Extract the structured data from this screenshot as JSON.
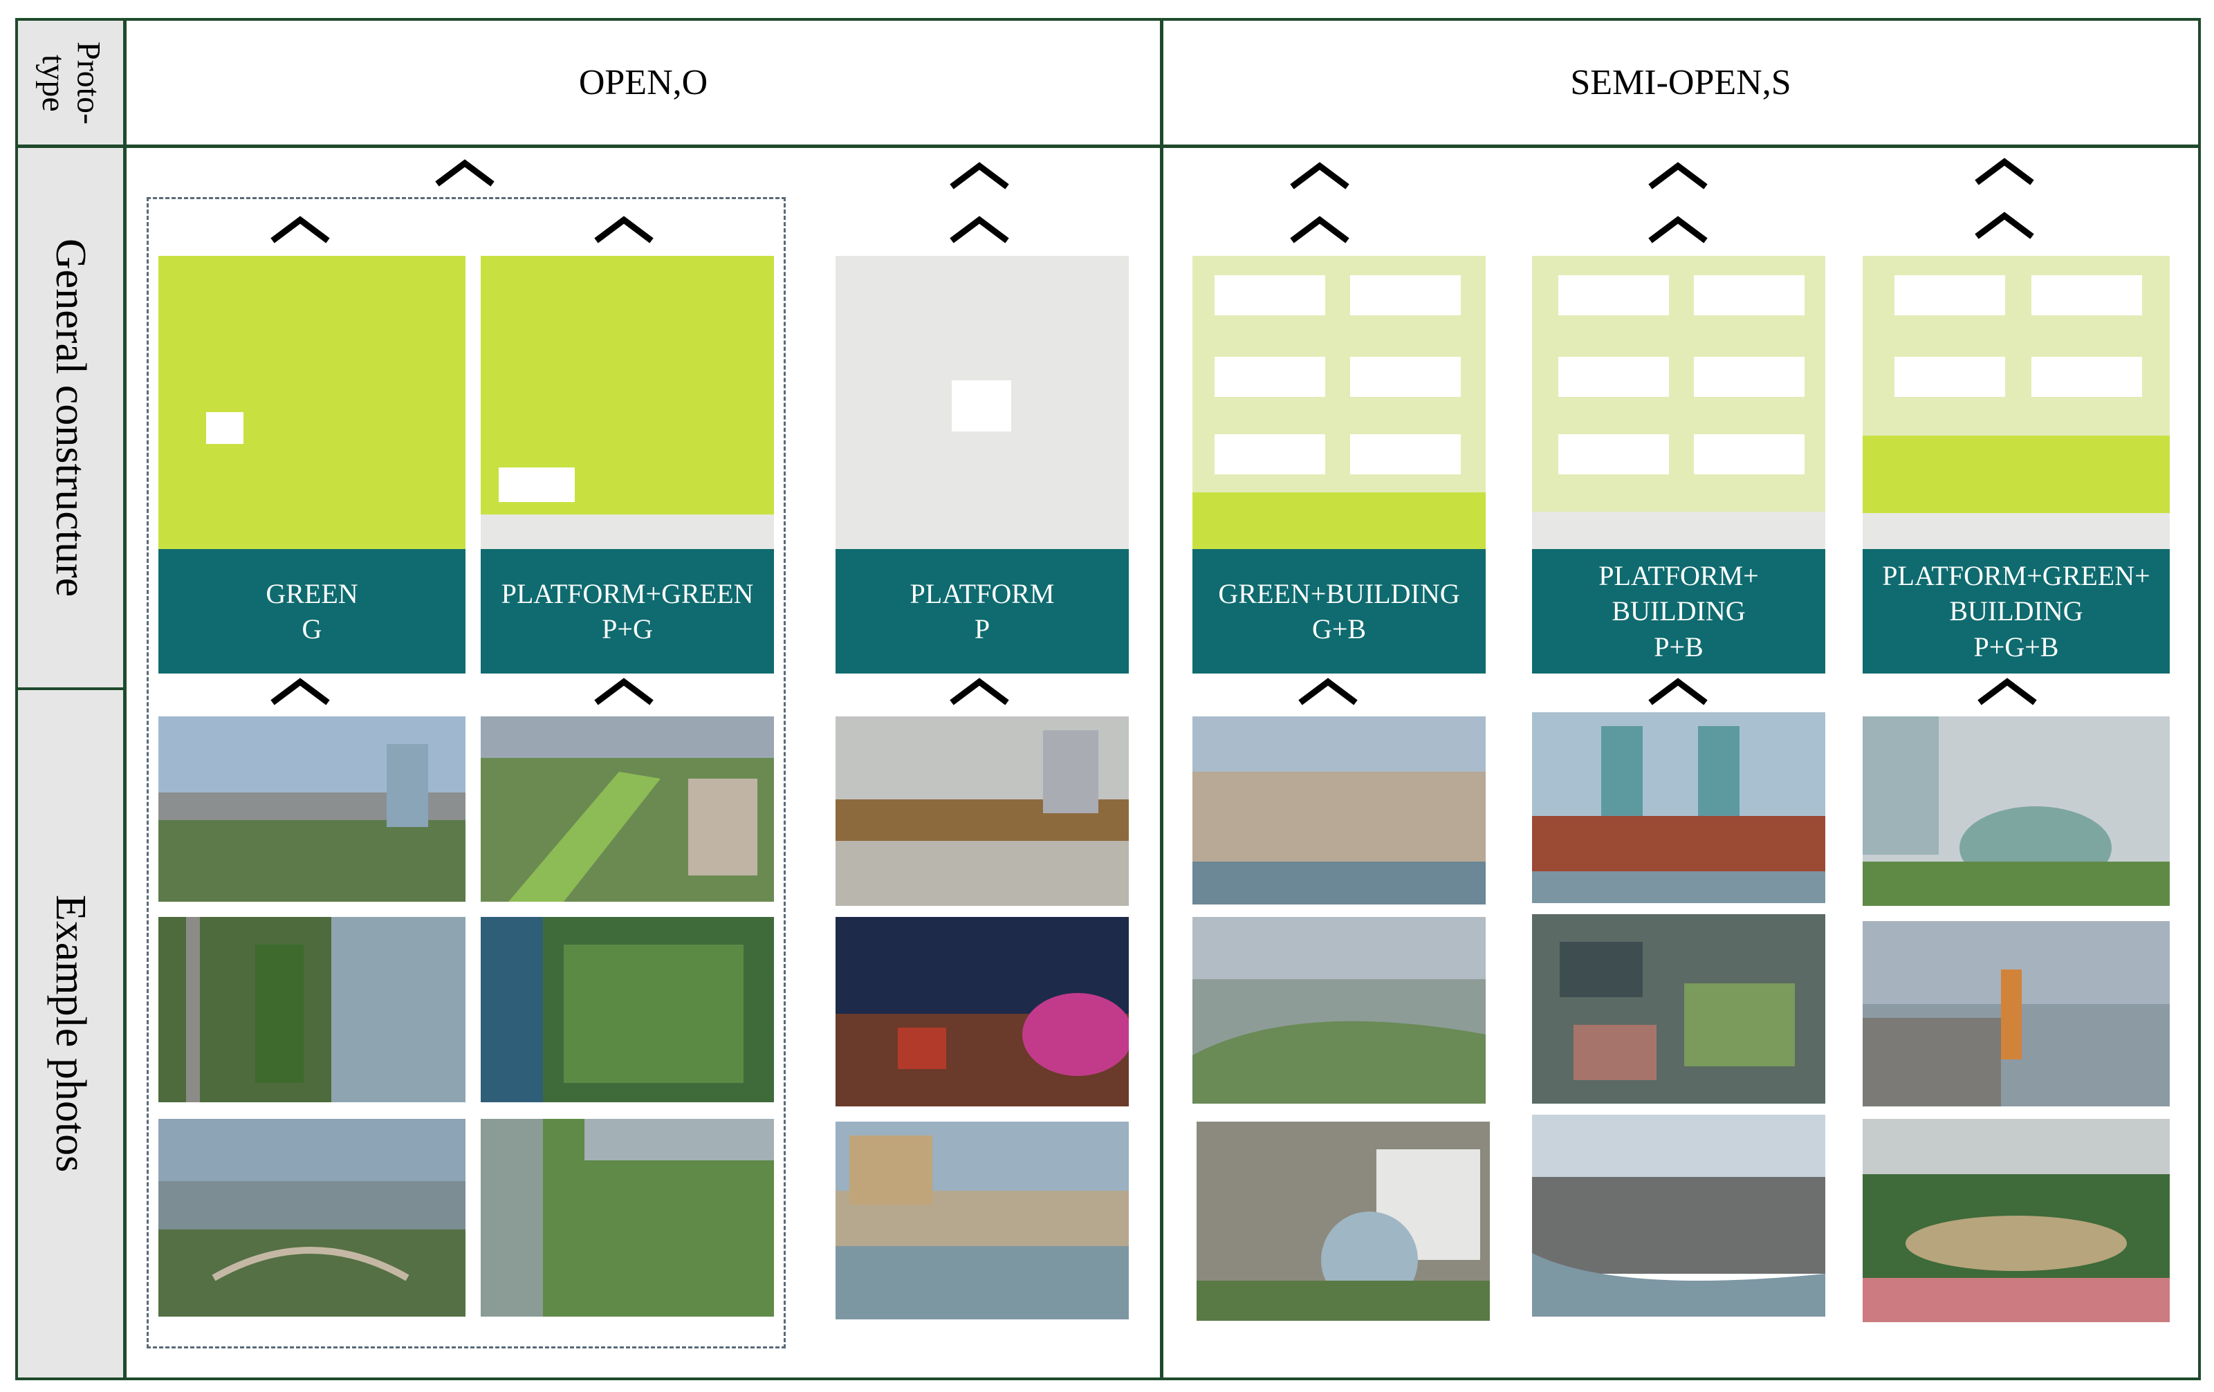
{
  "colors": {
    "frame": "#1f4a2c",
    "label_bg": "#e6e6e6",
    "green": "#c8e141",
    "light_green": "#e3ecb6",
    "platform_grey": "#e7e8e5",
    "teal": "#0f6b6f",
    "white": "#ffffff"
  },
  "row_labels": {
    "prototype": "Proto-\ntype",
    "general": "General constructure",
    "example": "Example photos"
  },
  "headers": {
    "open": "OPEN,O",
    "semi_open": "SEMI-OPEN,S"
  },
  "prototypes": [
    {
      "id": "G",
      "line1": "GREEN",
      "line2": "G",
      "line3": ""
    },
    {
      "id": "PG",
      "line1": "PLATFORM+GREEN",
      "line2": "P+G",
      "line3": ""
    },
    {
      "id": "P",
      "line1": "PLATFORM",
      "line2": "P",
      "line3": ""
    },
    {
      "id": "GB",
      "line1": "GREEN+BUILDING",
      "line2": "G+B",
      "line3": ""
    },
    {
      "id": "PB",
      "line1": "PLATFORM+",
      "line2": "BUILDING",
      "line3": "P+B"
    },
    {
      "id": "PGB",
      "line1": "PLATFORM+GREEN+",
      "line2": "BUILDING",
      "line3": "P+G+B"
    }
  ],
  "photos": {
    "G": [
      "waterfront skyline with green park",
      "aerial linear green park along river",
      "aerial riverside park with paths"
    ],
    "PG": [
      "aerial park on platform",
      "aerial green maze park by river",
      "aerial riverside green promenade"
    ],
    "P": [
      "plaza with trees and towers",
      "night festival plaza with lights",
      "aerial waterfront platform and skyline"
    ],
    "GB": [
      "aerial low-rise district by river",
      "aerial river bend with green bank",
      "aerial dome building by river"
    ],
    "PB": [
      "red brick buildings with towers",
      "aerial green roofs campus",
      "residential blocks along river"
    ],
    "PGB": [
      "curved glass building with trees",
      "riverside crane and embankment",
      "aerial plaza with boats"
    ]
  }
}
